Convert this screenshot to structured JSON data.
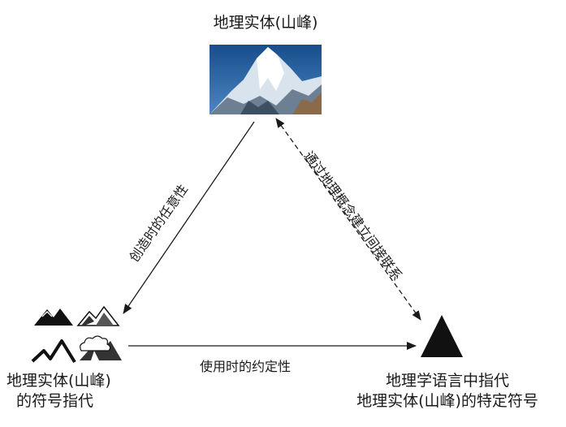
{
  "nodes": {
    "top": {
      "label": "地理实体(山峰)",
      "image": "snowy-mountain-peak-photo"
    },
    "left": {
      "line1": "地理实体(山峰)",
      "line2": "的符号指代",
      "icons": [
        "mountain-range-icon",
        "snowy-peaks-icon",
        "ridge-line-icon",
        "cloud-mountain-icon"
      ]
    },
    "right": {
      "line1": "地理学语言中指代",
      "line2": "地理实体(山峰)的特定符号",
      "symbol": "solid-triangle-icon"
    }
  },
  "edges": {
    "top_to_left": "创造时的任意性",
    "top_right_dashed": "通过地理概念建立间接联系",
    "left_to_right": "使用时的约定性"
  },
  "colors": {
    "line": "#1a1a1a",
    "sky": "#1f5a9a"
  }
}
